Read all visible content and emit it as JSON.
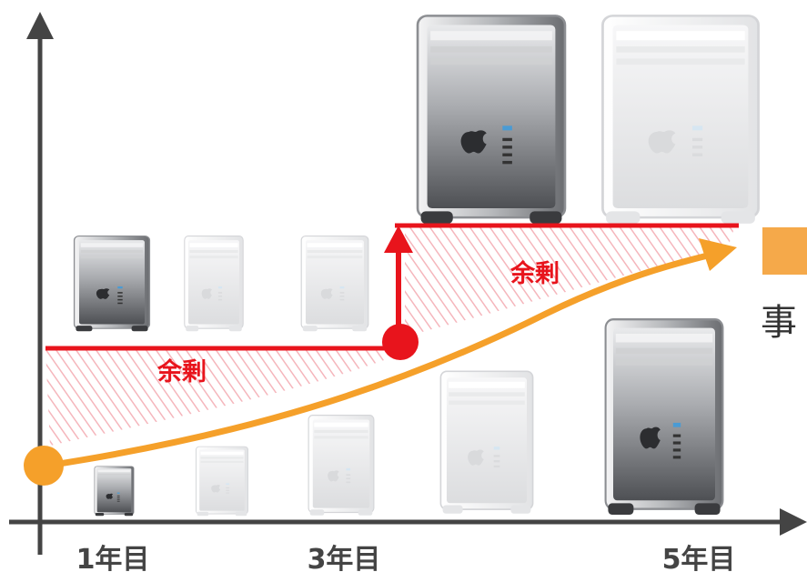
{
  "x_labels": [
    "1年目",
    "3年目",
    "5年目"
  ],
  "surplus_labels": [
    "余剰",
    "余剰"
  ],
  "legend": {
    "text": "事",
    "swatch_color": "#f5a94a"
  },
  "colors": {
    "axis": "#444444",
    "capacity_line": "#e8141c",
    "demand_curve": "#f5a02a",
    "hatch": "#f29aa3",
    "surplus_text": "#e8141c"
  },
  "icons": {
    "server": "mac-pro-tower-icon"
  }
}
